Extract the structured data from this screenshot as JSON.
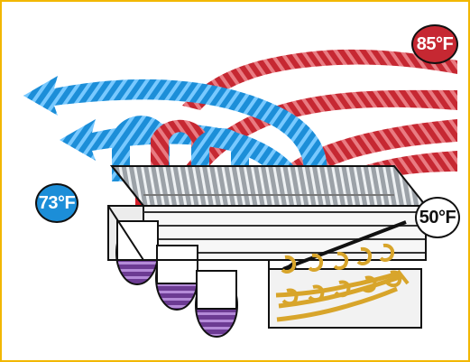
{
  "diagram": {
    "hot_air_temp": "85°F",
    "mixed_air_temp": "73°F",
    "cold_water_temp": "50°F",
    "colors": {
      "frame": "#f2b700",
      "hot": "#c62832",
      "cool": "#1c8ed8",
      "coil": "#d8a52b",
      "tube": "#7a4aa3",
      "fin": "#bfc3c7"
    }
  }
}
